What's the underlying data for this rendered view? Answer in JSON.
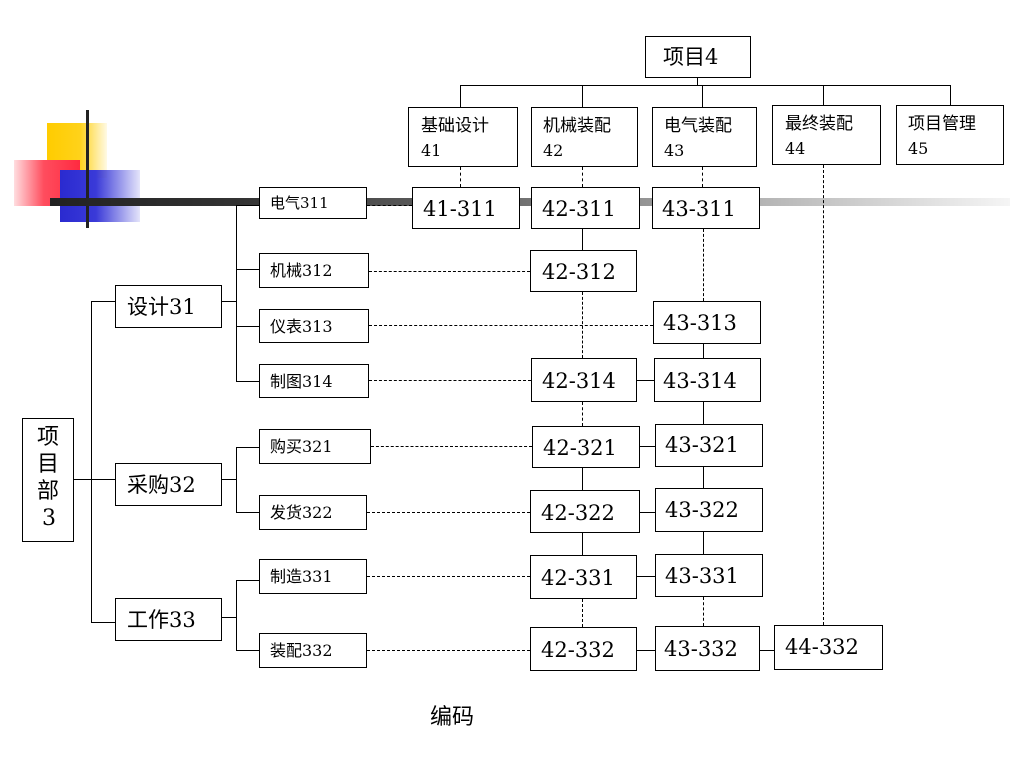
{
  "top": {
    "label": "项目4"
  },
  "phases": [
    {
      "name": "基础设计",
      "code": "41"
    },
    {
      "name": "机械装配",
      "code": "42"
    },
    {
      "name": "电气装配",
      "code": "43"
    },
    {
      "name": "最终装配",
      "code": "44"
    },
    {
      "name": "项目管理",
      "code": "45"
    }
  ],
  "dept": {
    "label": "项目部3",
    "chars": [
      "项",
      "目",
      "部",
      "3"
    ]
  },
  "groups": [
    {
      "label": "设计31"
    },
    {
      "label": "采购32"
    },
    {
      "label": "工作33"
    }
  ],
  "tasks": [
    {
      "label": "电气311"
    },
    {
      "label": "机械312"
    },
    {
      "label": "仪表313"
    },
    {
      "label": "制图314"
    },
    {
      "label": "购买321"
    },
    {
      "label": "发货322"
    },
    {
      "label": "制造331"
    },
    {
      "label": "装配332"
    }
  ],
  "codes": {
    "c41_311": "41-311",
    "c42_311": "42-311",
    "c43_311": "43-311",
    "c42_312": "42-312",
    "c43_313": "43-313",
    "c42_314": "42-314",
    "c43_314": "43-314",
    "c42_321": "42-321",
    "c43_321": "43-321",
    "c42_322": "42-322",
    "c43_322": "43-322",
    "c42_331": "42-331",
    "c43_331": "43-331",
    "c42_332": "42-332",
    "c43_332": "43-332",
    "c44_332": "44-332"
  },
  "caption": "编码",
  "colors": {
    "yellow": "#ffd21a",
    "red": "#ff3b50",
    "blue": "#3a3ad8",
    "line": "#000000"
  }
}
